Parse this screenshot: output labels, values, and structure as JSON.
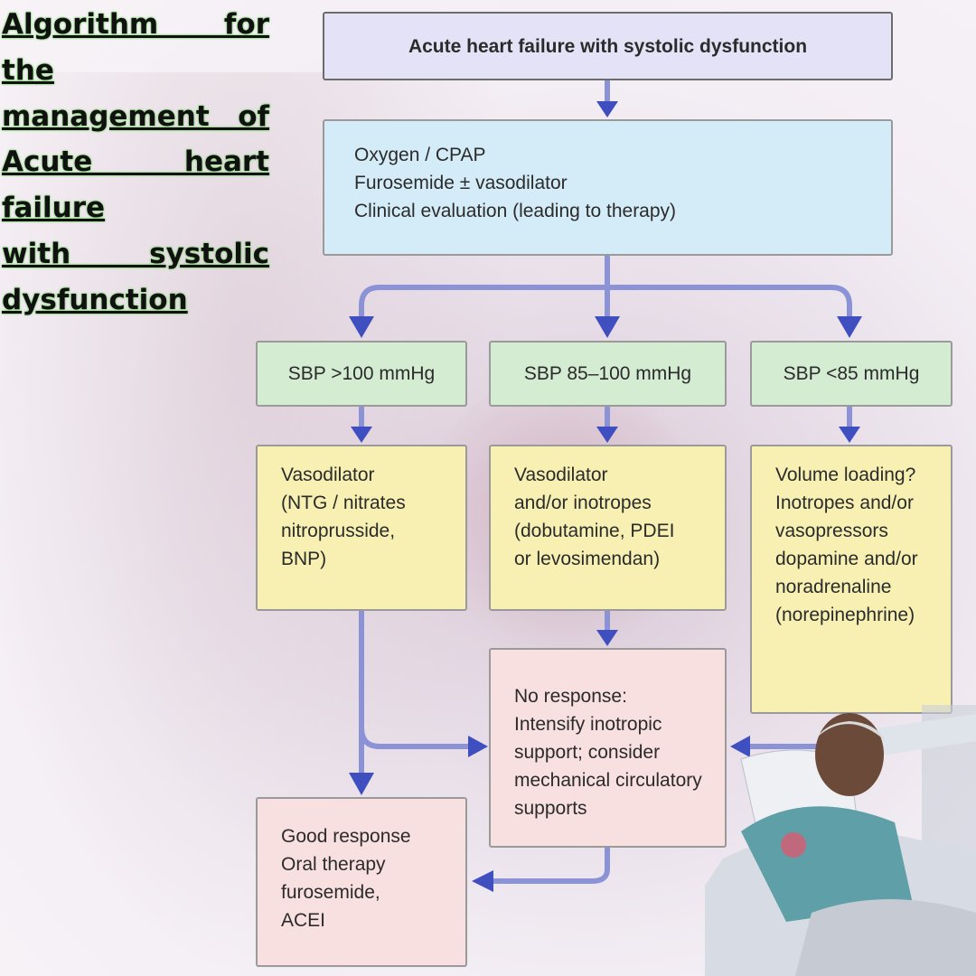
{
  "title": {
    "lines": [
      "Algorithm for",
      "the",
      "management of",
      "Acute heart",
      "failure",
      "with systolic",
      "dysfunction"
    ]
  },
  "flowchart": {
    "start": "Acute heart failure with systolic dysfunction",
    "initial": [
      "Oxygen / CPAP",
      "Furosemide ± vasodilator",
      "Clinical evaluation (leading to therapy)"
    ],
    "sbp_high": "SBP >100 mmHg",
    "sbp_mid": "SBP 85–100 mmHg",
    "sbp_low": "SBP <85 mmHg",
    "treat_high": [
      "Vasodilator",
      "(NTG / nitrates",
      "nitroprusside,",
      "BNP)"
    ],
    "treat_mid": [
      "Vasodilator",
      "and/or inotropes",
      "(dobutamine, PDEI",
      "or levosimendan)"
    ],
    "treat_low": [
      "Volume loading?",
      "Inotropes and/or",
      "vasopressors",
      "dopamine and/or",
      "noradrenaline",
      "(norepinephrine)"
    ],
    "no_response": [
      "No response:",
      "Intensify inotropic",
      "support; consider",
      "mechanical circulatory",
      "supports"
    ],
    "good_response": [
      "Good response",
      "Oral therapy",
      "furosemide,",
      "ACEI"
    ]
  },
  "colors": {
    "arrow": "#4656c4",
    "title_glow": "#7ad86a"
  }
}
